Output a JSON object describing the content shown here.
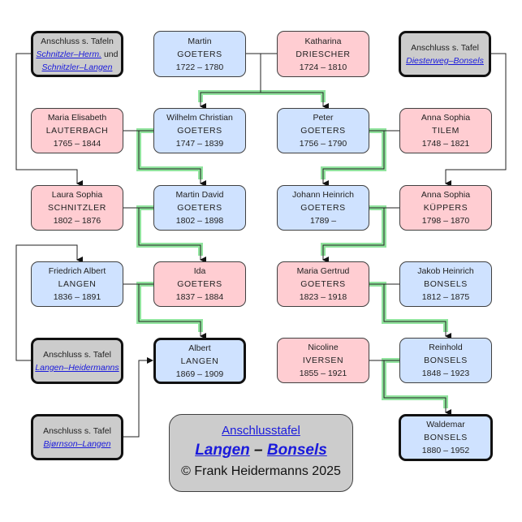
{
  "title": "Anschlusstafel Langen – Bonsels",
  "colors": {
    "male": "#cfe2ff",
    "female": "#ffcdd2",
    "reference": "#cccccc",
    "lineage_highlight": "#7ee08e",
    "link": "#1a1adc"
  },
  "persons": {
    "martin_goeters": {
      "given": "Martin",
      "surname": "GOETERS",
      "dates": "1722 – 1780"
    },
    "katharina_driescher": {
      "given": "Katharina",
      "surname": "DRIESCHER",
      "dates": "1724 – 1810"
    },
    "maria_elisabeth_lauterbach": {
      "given": "Maria Elisabeth",
      "surname": "LAUTERBACH",
      "dates": "1765 – 1844"
    },
    "wilhelm_christian_goeters": {
      "given": "Wilhelm Christian",
      "surname": "GOETERS",
      "dates": "1747 – 1839"
    },
    "peter_goeters": {
      "given": "Peter",
      "surname": "GOETERS",
      "dates": "1756 – 1790"
    },
    "anna_sophia_tilem": {
      "given": "Anna Sophia",
      "surname": "TILEM",
      "dates": "1748 – 1821"
    },
    "laura_sophia_schnitzler": {
      "given": "Laura Sophia",
      "surname": "SCHNITZLER",
      "dates": "1802 – 1876"
    },
    "martin_david_goeters": {
      "given": "Martin David",
      "surname": "GOETERS",
      "dates": "1802 – 1898"
    },
    "johann_heinrich_goeters": {
      "given": "Johann Heinrich",
      "surname": "GOETERS",
      "dates": "1789 –"
    },
    "anna_sophia_kuppers": {
      "given": "Anna Sophia",
      "surname": "KÜPPERS",
      "dates": "1798 – 1870"
    },
    "friedrich_albert_langen": {
      "given": "Friedrich Albert",
      "surname": "LANGEN",
      "dates": "1836 – 1891"
    },
    "ida_goeters": {
      "given": "Ida",
      "surname": "GOETERS",
      "dates": "1837 – 1884"
    },
    "maria_gertrud_goeters": {
      "given": "Maria Gertrud",
      "surname": "GOETERS",
      "dates": "1823 – 1918"
    },
    "jakob_heinrich_bonsels": {
      "given": "Jakob Heinrich",
      "surname": "BONSELS",
      "dates": "1812 – 1875"
    },
    "albert_langen": {
      "given": "Albert",
      "surname": "LANGEN",
      "dates": "1869 – 1909"
    },
    "nicoline_iversen": {
      "given": "Nicoline",
      "surname": "IVERSEN",
      "dates": "1855 – 1921"
    },
    "reinhold_bonsels": {
      "given": "Reinhold",
      "surname": "BONSELS",
      "dates": "1848 – 1923"
    },
    "waldemar_bonsels": {
      "given": "Waldemar",
      "surname": "BONSELS",
      "dates": "1880 – 1952"
    }
  },
  "references": {
    "schnitzler": {
      "prefix": "Anschluss s. Tafeln",
      "link1": "Schnitzler–Herm.",
      "joiner": "und",
      "link2": "Schnitzler–Langen"
    },
    "diesterweg": {
      "prefix": "Anschluss s. Tafel",
      "link": "Diesterweg–Bonsels"
    },
    "langen_heidermanns": {
      "prefix": "Anschluss s. Tafel",
      "link": "Langen–Heidermanns"
    },
    "bjornson": {
      "prefix": "Anschluss s. Tafel",
      "link": "Bjørnson–Langen"
    }
  },
  "legend": {
    "heading": "Anschlusstafel",
    "left_name": "Langen",
    "dash": "–",
    "right_name": "Bonsels",
    "copyright": "© Frank Heidermanns 2025"
  }
}
